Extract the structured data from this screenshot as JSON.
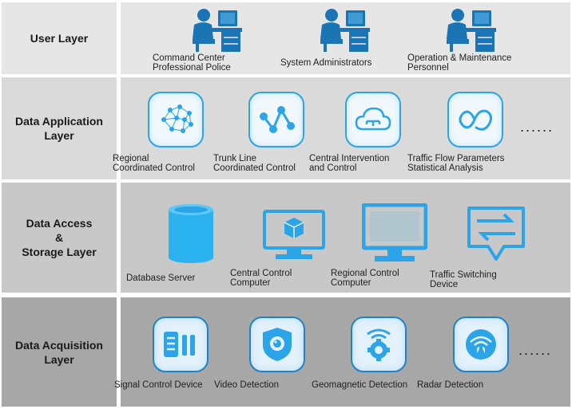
{
  "layers": {
    "user": {
      "label": "User Layer",
      "items": [
        {
          "label": "Command Center\nProfessional Police"
        },
        {
          "label": "System Administrators"
        },
        {
          "label": "Operation & Maintenance\nPersonnel"
        }
      ]
    },
    "application": {
      "label": "Data Application\nLayer",
      "items": [
        {
          "label": "Regional\nCoordinated Control",
          "icon": "network-brain-icon"
        },
        {
          "label": "Trunk Line\nCoordinated Control",
          "icon": "trunk-line-graph-icon"
        },
        {
          "label": "Central Intervention\nand Control",
          "icon": "cloud-control-icon"
        },
        {
          "label": "Traffic Flow Parameters\nStatistical Analysis",
          "icon": "flow-loop-icon"
        }
      ],
      "more": "......"
    },
    "storage": {
      "label": "Data Access\n&\nStorage Layer",
      "items": [
        {
          "label": "Database Server",
          "icon": "database-icon"
        },
        {
          "label": "Central Control\nComputer",
          "icon": "monitor-cube-icon"
        },
        {
          "label": "Regional Control\nComputer",
          "icon": "monitor-icon"
        },
        {
          "label": "Traffic Switching\nDevice",
          "icon": "switching-device-icon"
        }
      ]
    },
    "acquisition": {
      "label": "Data Acquisition\nLayer",
      "items": [
        {
          "label": "Signal Control Device",
          "icon": "signal-device-icon"
        },
        {
          "label": "Video Detection",
          "icon": "video-shield-icon"
        },
        {
          "label": "Geomagnetic Detection",
          "icon": "geomagnetic-sensor-icon"
        },
        {
          "label": "Radar Detection",
          "icon": "radar-icon"
        }
      ],
      "more": "......"
    }
  },
  "colors": {
    "accent": "#2ba4e8",
    "accent_dark": "#1f83c6",
    "user_icon": "#1b74b4"
  }
}
